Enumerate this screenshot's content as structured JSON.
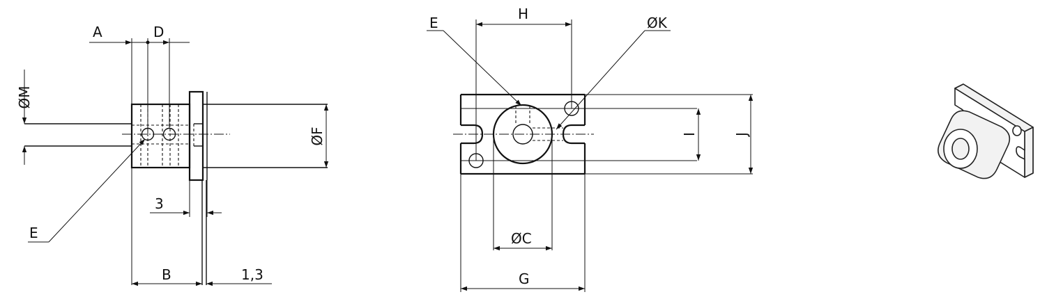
{
  "side_view": {
    "labels": {
      "a": "A",
      "d": "D",
      "m": "ØM",
      "f": "ØF",
      "e": "E",
      "three": "3",
      "b": "B",
      "one_three": "1,3"
    }
  },
  "front_view": {
    "labels": {
      "e": "E",
      "h": "H",
      "k": "ØK",
      "i": "I",
      "j": "J",
      "c": "ØC",
      "g": "G"
    }
  }
}
